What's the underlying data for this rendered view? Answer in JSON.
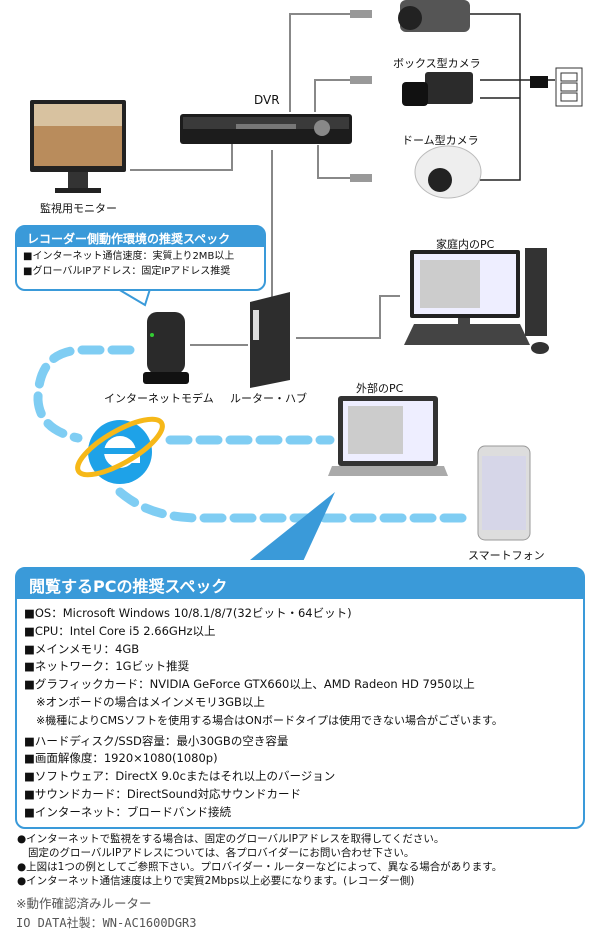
{
  "diagram": {
    "monitor_label": "監視用モニター",
    "dvr_label": "DVR",
    "box_camera_label": "ボックス型カメラ",
    "dome_camera_label": "ドーム型カメラ",
    "home_pc_label": "家庭内のPC",
    "external_pc_label": "外部のPC",
    "modem_label": "インターネットモデム",
    "router_label": "ルーター・ハブ",
    "smartphone_label": "スマートフォン",
    "colors": {
      "accent": "#3a9ad9",
      "dashed_line": "#7fcdf3",
      "cable": "#888888"
    }
  },
  "recorder_spec": {
    "title": "レコーダー側動作環境の推奨スペック",
    "items": [
      "■インターネット通信速度：実質上り2MB以上",
      "■グローバルIPアドレス：固定IPアドレス推奨"
    ]
  },
  "pc_spec": {
    "title": "閲覧するPCの推奨スペック",
    "items": [
      "■OS：Microsoft Windows 10/8.1/8/7(32ビット・64ビット)",
      "■CPU：Intel Core i5 2.66GHz以上",
      "■メインメモリ：4GB",
      "■ネットワーク：1Gビット推奨",
      "■グラフィックカード：NVIDIA GeForce GTX660以上、AMD Radeon HD 7950以上",
      "※オンボードの場合はメインメモリ3GB以上",
      "※機種によりCMSソフトを使用する場合はONボードタイプは使用できない場合がございます。",
      "■ハードディスク/SSD容量：最小30GBの空き容量",
      "■画面解像度：1920×1080(1080p)",
      "■ソフトウェア：DirectX 9.0cまたはそれ以上のバージョン",
      "■サウンドカード：DirectSound対応サウンドカード",
      "■インターネット：ブロードバンド接続"
    ]
  },
  "notes": [
    "●インターネットで監視をする場合は、固定のグローバルIPアドレスを取得してください。",
    "固定のグローバルIPアドレスについては、各プロバイダーにお問い合わせ下さい。",
    "●上図は1つの例としてご参照下さい。プロバイダー・ルーターなどによって、異なる場合があります。",
    "●インターネット通信速度は上りで実質2Mbps以上必要になります。(レコーダー側)"
  ],
  "router_note": {
    "heading": "※動作確認済みルーター",
    "model": "IO DATA社製：WN-AC1600DGR3"
  }
}
